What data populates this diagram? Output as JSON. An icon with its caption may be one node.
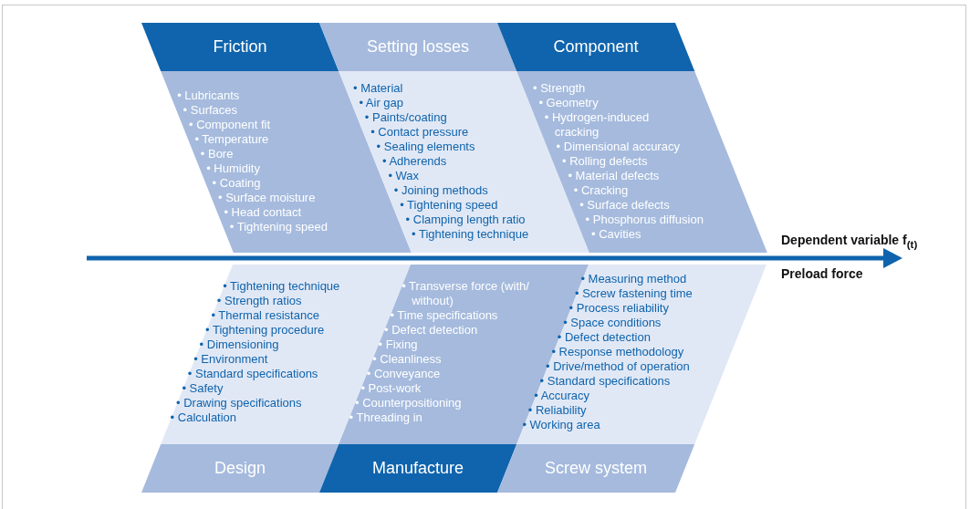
{
  "diagram": {
    "nodes": [
      {
        "text": [
          "Friction",
          "• Lubricants",
          "• Surfaces",
          "• Component fit",
          "• Temperature",
          "• Bore",
          "• Humidity",
          "• Coating",
          "• Surface moisture",
          "• Head contact",
          "• Tightening speed"
        ]
      },
      {
        "text": [
          "Setting losses",
          "• Material",
          "• Air gap",
          "• Paints/coating",
          "• Contact pressure",
          "• Sealing elements",
          "• Adherends",
          "• Wax",
          "• Joining methods",
          "• Tightening speed",
          "• Clamping length ratio",
          "• Tightening technique"
        ]
      },
      {
        "text": [
          "Component",
          "• Strength",
          "• Geometry",
          "• Hydrogen-induced cracking",
          "• Dimensional accuracy",
          "• Rolling defects",
          "• Material defects",
          "• Cracking",
          "• Surface defects",
          "• Phosphorus diffusion",
          "• Cavities"
        ]
      },
      {
        "text": [
          "• Tightening technique",
          "• Strength ratios",
          "• Thermal resistance",
          "• Tightening procedure",
          "• Dimensioning",
          "• Environment",
          "• Standard specifications",
          "• Safety",
          "• Drawing specifications",
          "• Calculation",
          "Design"
        ]
      },
      {
        "text": [
          "• Transverse force (with/ without)",
          "• Time specifications",
          "• Defect detection",
          "• Fixing",
          "• Cleanliness",
          "• Conveyance",
          "• Post-work",
          "• Counterpositioning",
          "• Threading in",
          "Manufacture"
        ]
      },
      {
        "text": [
          "• Measuring method",
          "• Screw fastening time",
          "• Process reliability",
          "• Space conditions",
          "• Defect detection",
          "• Response methodology",
          "• Drive/method of operation",
          "• Standard specifications",
          "• Accuracy",
          "• Reliability",
          "• Working area",
          "Screw system"
        ]
      }
    ],
    "labels": [
      "Dependent variable f$_{(t)}$",
      "Preload force"
    ]
  }
}
